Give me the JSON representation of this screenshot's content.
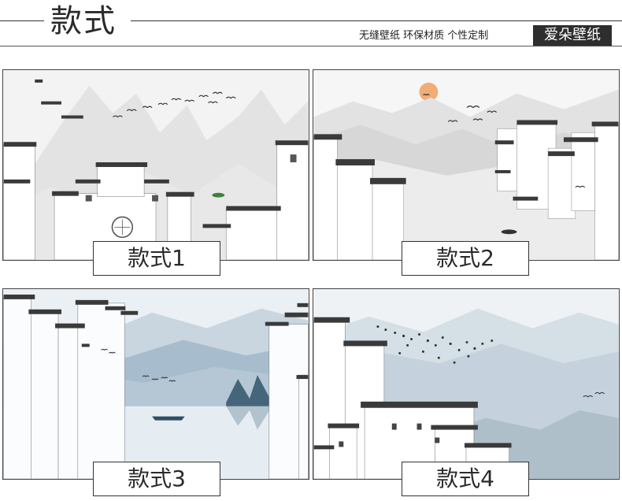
{
  "header": {
    "title": "款式",
    "subtitle": "无缝壁纸 环保材质 个性定制",
    "brand": "爱朵壁纸"
  },
  "styles": [
    {
      "label": "款式1",
      "theme": "grey ink-wash mountains with white-wall Huizhou houses, flying birds, round lattice window"
    },
    {
      "label": "款式2",
      "theme": "misty mountains with orange sun, stepped Huizhou gables on both sides, small boat"
    },
    {
      "label": "款式3",
      "theme": "blue misty mountains, lake with reflected pine island, boat with figure, walls on left"
    },
    {
      "label": "款式4",
      "theme": "pale blue mountains, flock of birds, Huizhou rooftops bottom-center"
    }
  ],
  "colors": {
    "frame": "#444444",
    "brand_bg": "#2e2e2e",
    "roof": "#3a3a3a",
    "sun": "#f0a060",
    "blue_mist": "#9fb6c8"
  }
}
